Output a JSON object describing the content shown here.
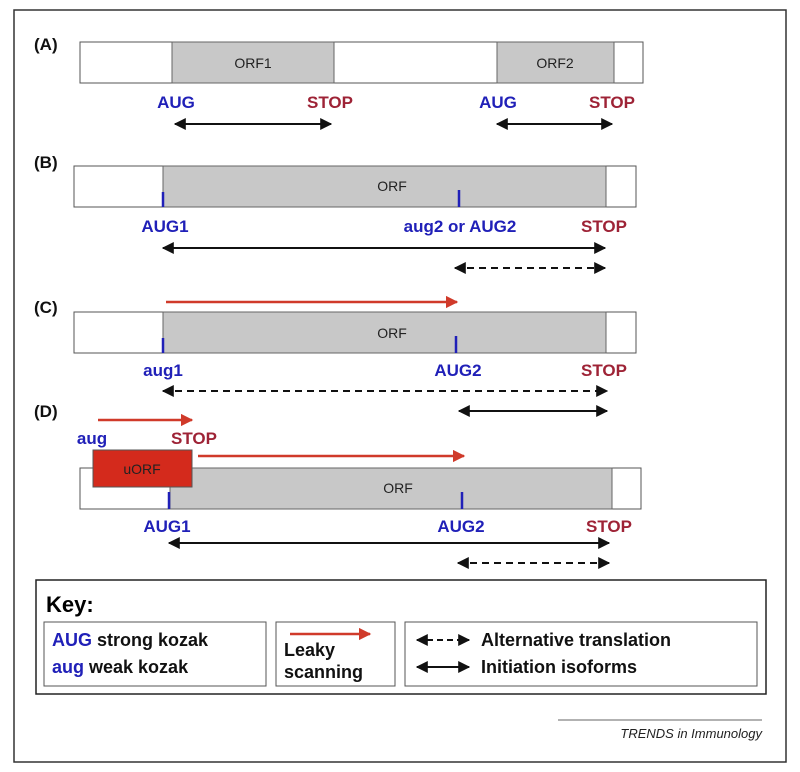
{
  "panels": {
    "a": {
      "label": "(A)",
      "orf1": "ORF1",
      "orf2": "ORF2",
      "aug1": "AUG",
      "stop1": "STOP",
      "aug2": "AUG",
      "stop2": "STOP"
    },
    "b": {
      "label": "(B)",
      "orf": "ORF",
      "aug1": "AUG1",
      "aug2": "aug2 or AUG2",
      "stop": "STOP"
    },
    "c": {
      "label": "(C)",
      "orf": "ORF",
      "aug1": "aug1",
      "aug2": "AUG2",
      "stop": "STOP"
    },
    "d": {
      "label": "(D)",
      "uorf": "uORF",
      "orf": "ORF",
      "aug_upstream": "aug",
      "stop_upstream": "STOP",
      "aug1": "AUG1",
      "aug2": "AUG2",
      "stop": "STOP"
    }
  },
  "key": {
    "title": "Key:",
    "strong_codon": "AUG",
    "strong_text": " strong kozak",
    "weak_codon": "aug",
    "weak_text": " weak kozak",
    "leaky_line1": "Leaky",
    "leaky_line2": "scanning",
    "alternative": "Alternative translation",
    "initiation": "Initiation isoforms"
  },
  "footer": "TRENDS in Immunology",
  "colors": {
    "orf_fill": "#c8c8c8",
    "uorf_fill": "#d42a1c",
    "strong_blue": "#2020b8",
    "stop_red": "#9e2336",
    "scan_arrow": "#d03a2a"
  }
}
